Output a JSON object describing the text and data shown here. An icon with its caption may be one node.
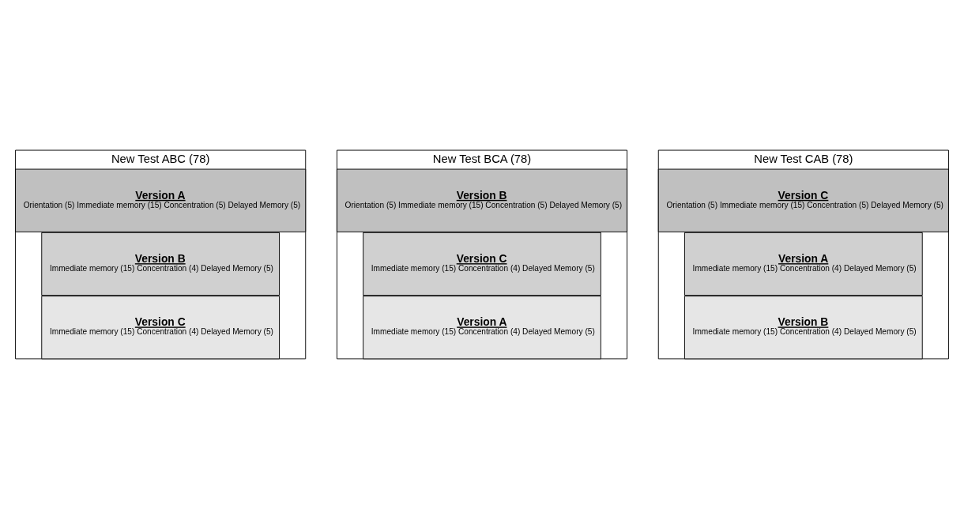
{
  "diagram": {
    "nodes": [
      {
        "text": [
          "New Test ABC (78)"
        ]
      },
      {
        "text": [
          "Version A",
          "Orientation (5) Immediate memory (15) Concentration (5) Delayed Memory (5)"
        ],
        "in": 0
      },
      {
        "text": [
          "Version B",
          "Immediate memory (15) Concentration (4) Delayed Memory (5)"
        ],
        "in": 0
      },
      {
        "text": [
          "Version C",
          "Immediate memory (15) Concentration (4) Delayed Memory (5)"
        ],
        "in": 0
      },
      {
        "text": [
          "New Test BCA (78)"
        ]
      },
      {
        "text": [
          "Version B",
          "Orientation (5) Immediate memory (15) Concentration (5) Delayed Memory (5)"
        ],
        "in": 4
      },
      {
        "text": [
          "Version C",
          "Immediate memory (15) Concentration (4) Delayed Memory (5)"
        ],
        "in": 4
      },
      {
        "text": [
          "Version A",
          "Immediate memory (15) Concentration (4) Delayed Memory (5)"
        ],
        "in": 4
      },
      {
        "text": [
          "New Test CAB (78)"
        ]
      },
      {
        "text": [
          "Version C",
          "Orientation (5) Immediate memory (15) Concentration (5) Delayed Memory (5)"
        ],
        "in": 8
      },
      {
        "text": [
          "Version A",
          "Immediate memory (15) Concentration (4) Delayed Memory (5)"
        ],
        "in": 8
      },
      {
        "text": [
          "Version B",
          "Immediate memory (15) Concentration (4) Delayed Memory (5)"
        ],
        "in": 8
      }
    ],
    "edges": []
  }
}
